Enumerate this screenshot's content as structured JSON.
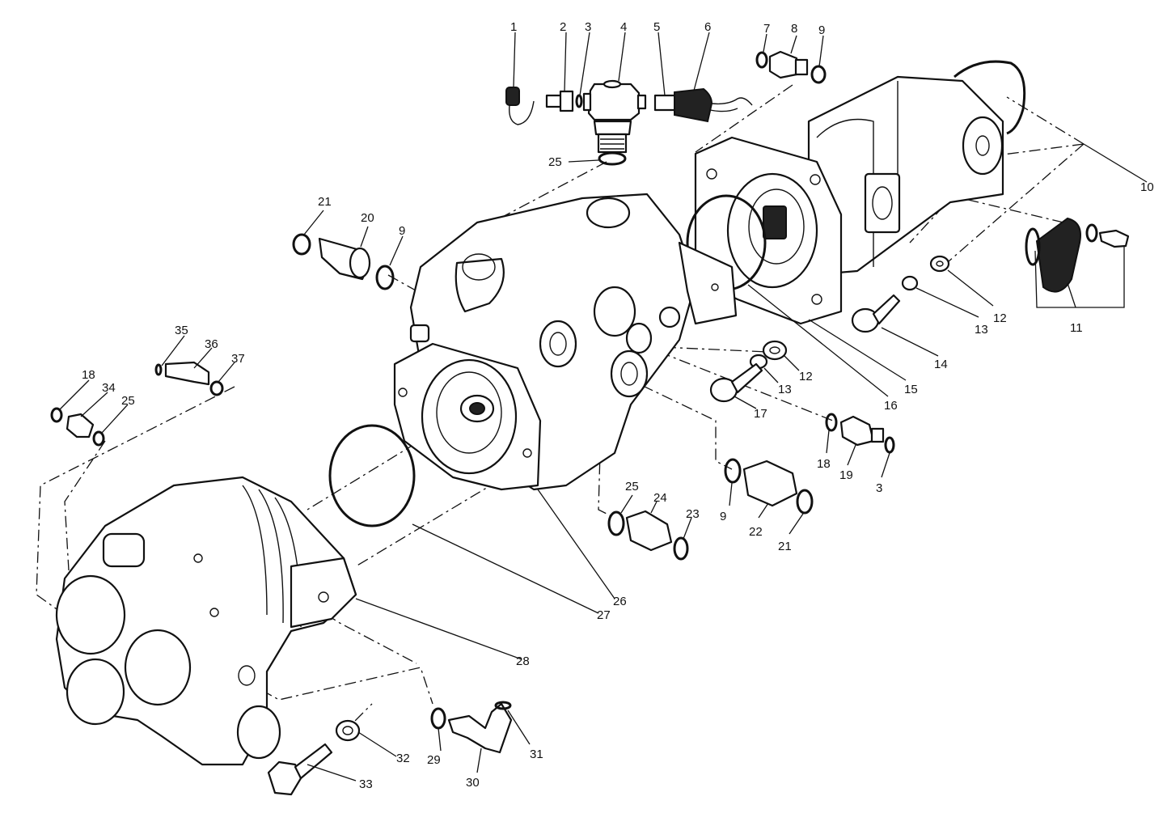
{
  "callouts": [
    {
      "id": "c1",
      "text": "1"
    },
    {
      "id": "c2",
      "text": "2"
    },
    {
      "id": "c3",
      "text": "3"
    },
    {
      "id": "c4",
      "text": "4"
    },
    {
      "id": "c5",
      "text": "5"
    },
    {
      "id": "c6",
      "text": "6"
    },
    {
      "id": "c7",
      "text": "7"
    },
    {
      "id": "c8",
      "text": "8"
    },
    {
      "id": "c9a",
      "text": "9"
    },
    {
      "id": "c10",
      "text": "10"
    },
    {
      "id": "c25a",
      "text": "25"
    },
    {
      "id": "c21a",
      "text": "21"
    },
    {
      "id": "c20",
      "text": "20"
    },
    {
      "id": "c9b",
      "text": "9"
    },
    {
      "id": "c11",
      "text": "11"
    },
    {
      "id": "c12a",
      "text": "12"
    },
    {
      "id": "c13a",
      "text": "13"
    },
    {
      "id": "c14",
      "text": "14"
    },
    {
      "id": "c15",
      "text": "15"
    },
    {
      "id": "c16",
      "text": "16"
    },
    {
      "id": "c12b",
      "text": "12"
    },
    {
      "id": "c13b",
      "text": "13"
    },
    {
      "id": "c17",
      "text": "17"
    },
    {
      "id": "c35",
      "text": "35"
    },
    {
      "id": "c36",
      "text": "36"
    },
    {
      "id": "c37",
      "text": "37"
    },
    {
      "id": "c18a",
      "text": "18"
    },
    {
      "id": "c34",
      "text": "34"
    },
    {
      "id": "c25b",
      "text": "25"
    },
    {
      "id": "c18b",
      "text": "18"
    },
    {
      "id": "c19",
      "text": "19"
    },
    {
      "id": "c3b",
      "text": "3"
    },
    {
      "id": "c9c",
      "text": "9"
    },
    {
      "id": "c22",
      "text": "22"
    },
    {
      "id": "c21b",
      "text": "21"
    },
    {
      "id": "c25c",
      "text": "25"
    },
    {
      "id": "c24",
      "text": "24"
    },
    {
      "id": "c23",
      "text": "23"
    },
    {
      "id": "c26",
      "text": "26"
    },
    {
      "id": "c27",
      "text": "27"
    },
    {
      "id": "c28",
      "text": "28"
    },
    {
      "id": "c29",
      "text": "29"
    },
    {
      "id": "c30",
      "text": "30"
    },
    {
      "id": "c31",
      "text": "31"
    },
    {
      "id": "c32",
      "text": "32"
    },
    {
      "id": "c33",
      "text": "33"
    }
  ]
}
